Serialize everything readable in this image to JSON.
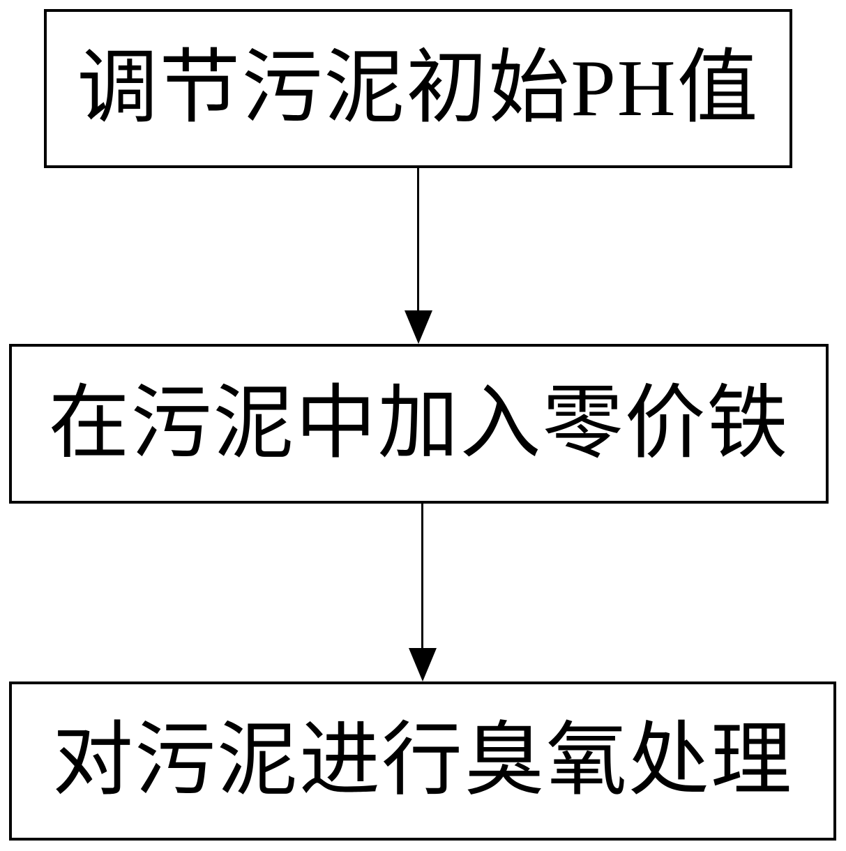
{
  "diagram": {
    "type": "flowchart",
    "colors": {
      "background": "#ffffff",
      "line": "#000000",
      "text": "#000000"
    },
    "steps": [
      {
        "label": "调节污泥初始PH值"
      },
      {
        "label": "在污泥中加入零价铁"
      },
      {
        "label": "对污泥进行臭氧处理"
      }
    ],
    "connectors": [
      {
        "from": 1,
        "to": 2,
        "type": "arrow-down"
      },
      {
        "from": 2,
        "to": 3,
        "type": "arrow-down"
      }
    ]
  }
}
